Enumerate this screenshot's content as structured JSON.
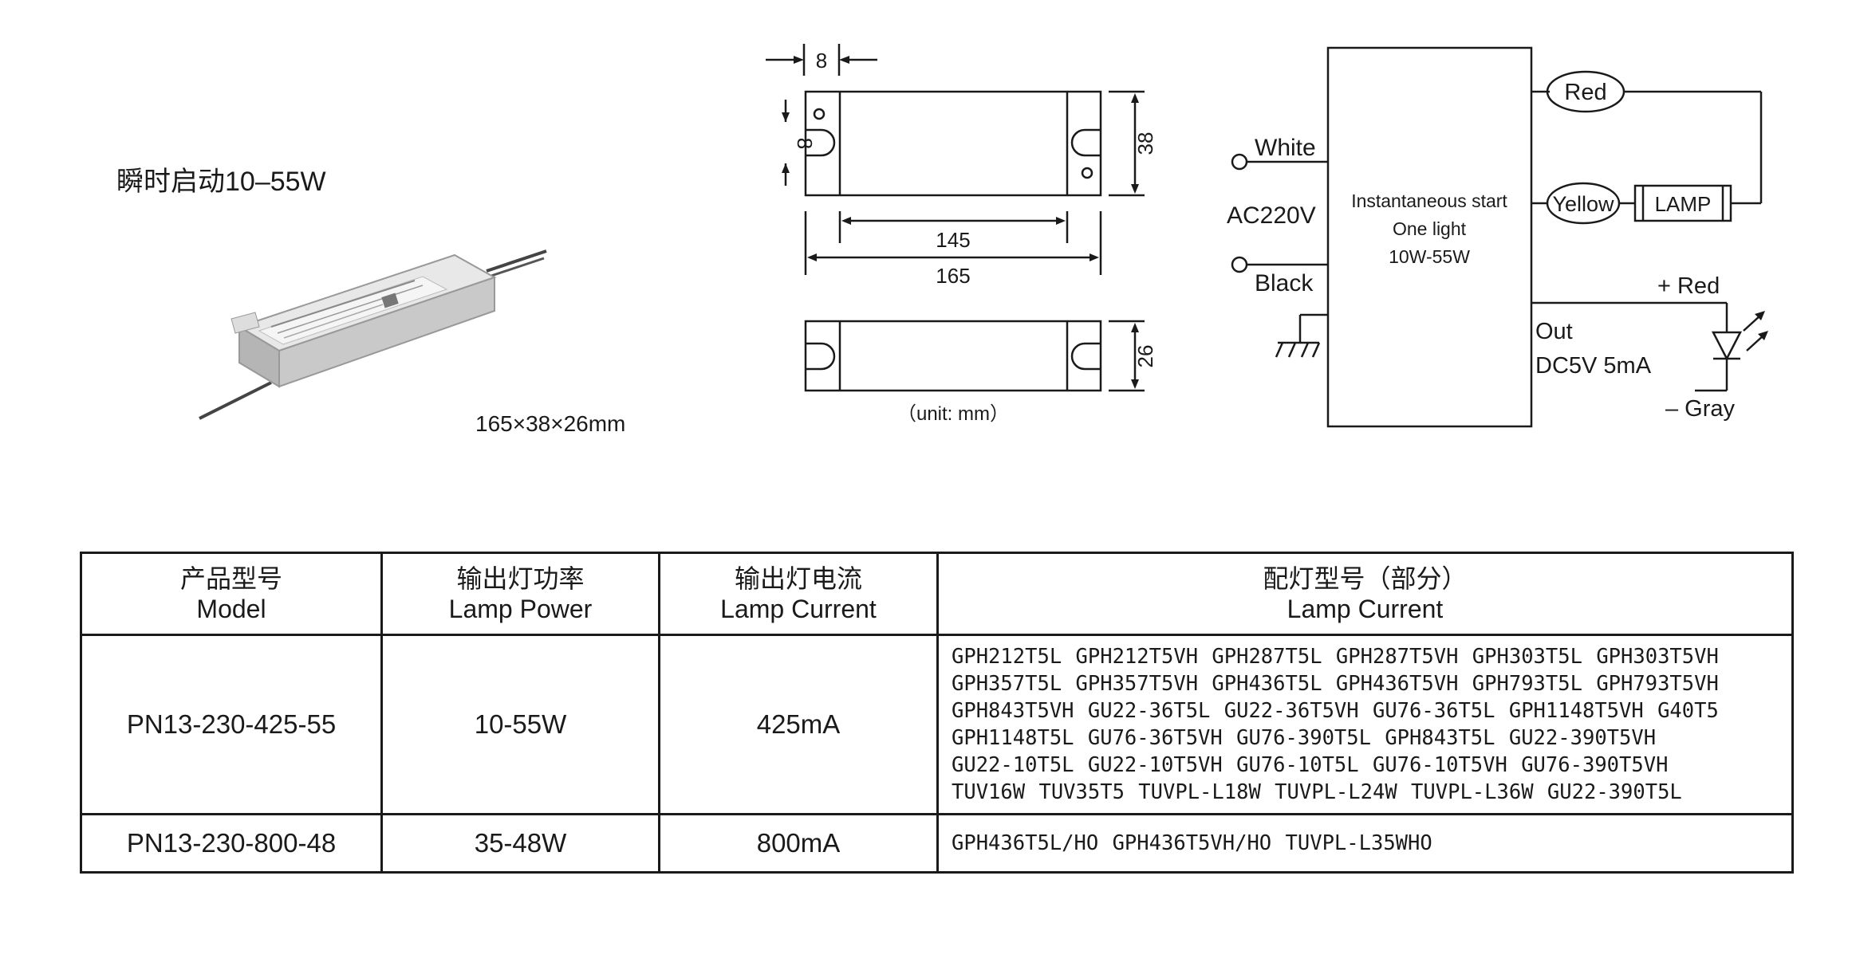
{
  "product": {
    "title": "瞬时启动10–55W",
    "size_caption": "165×38×26mm"
  },
  "dimensions": {
    "top_width": "8",
    "side_hole": "8",
    "height_38": "38",
    "inner_145": "145",
    "outer_165": "165",
    "height_26": "26",
    "unit_note": "（unit: mm）"
  },
  "wiring": {
    "input_white": "White",
    "input_voltage": "AC220V",
    "input_black": "Black",
    "box_lines": [
      "Instantaneous start",
      "One light",
      "10W-55W"
    ],
    "red": "Red",
    "yellow": "Yellow",
    "lamp": "LAMP",
    "plus_red": "+ Red",
    "out_label": "Out",
    "out_spec": "DC5V 5mA",
    "minus_gray": "– Gray"
  },
  "table": {
    "headers": [
      {
        "cn": "产品型号",
        "en": "Model"
      },
      {
        "cn": "输出灯功率",
        "en": "Lamp Power"
      },
      {
        "cn": "输出灯电流",
        "en": "Lamp Current"
      },
      {
        "cn": "配灯型号（部分）",
        "en": "Lamp Current"
      }
    ],
    "rows": [
      {
        "model": "PN13-230-425-55",
        "power": "10-55W",
        "current": "425mA",
        "lamps": [
          "GPH212T5L GPH212T5VH GPH287T5L GPH287T5VH GPH303T5L GPH303T5VH",
          "GPH357T5L GPH357T5VH GPH436T5L GPH436T5VH GPH793T5L GPH793T5VH",
          "GPH843T5VH GU22-36T5L GU22-36T5VH GU76-36T5L GPH1148T5VH G40T5",
          "GPH1148T5L GU76-36T5VH GU76-390T5L GPH843T5L GU22-390T5VH",
          "GU22-10T5L GU22-10T5VH GU76-10T5L GU76-10T5VH GU76-390T5VH",
          "TUV16W TUV35T5 TUVPL-L18W TUVPL-L24W TUVPL-L36W GU22-390T5L"
        ]
      },
      {
        "model": "PN13-230-800-48",
        "power": "35-48W",
        "current": "800mA",
        "lamps": [
          "GPH436T5L/HO GPH436T5VH/HO TUVPL-L35WHO"
        ]
      }
    ]
  }
}
